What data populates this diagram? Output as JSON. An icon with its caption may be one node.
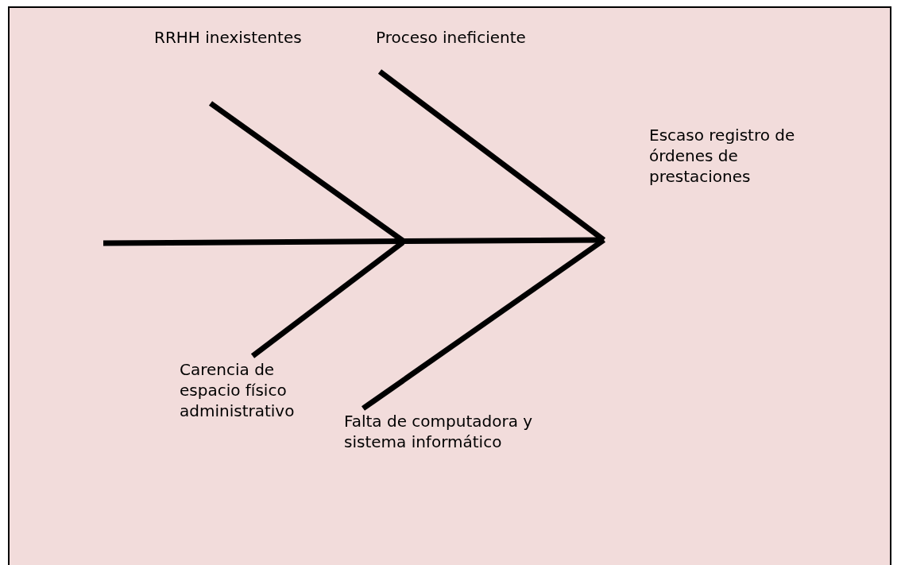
{
  "diagram": {
    "labels": [
      "RRHH inexistentes",
      "Proceso ineficiente",
      "Escaso registro de órdenes de prestaciones",
      "Carencia de espacio físico administrativo",
      "Falta de computadora y sistema informático"
    ]
  }
}
